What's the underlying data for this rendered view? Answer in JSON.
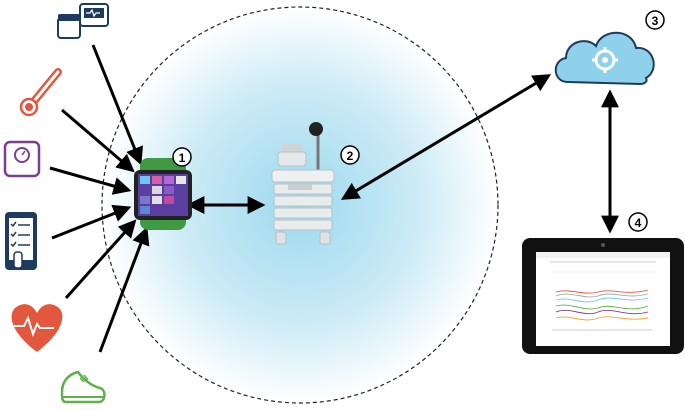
{
  "diagram": {
    "markers": [
      "1",
      "2",
      "3",
      "4"
    ],
    "icons": {
      "blood_pressure": "blood-pressure-monitor-icon",
      "thermometer": "thermometer-icon",
      "scale": "weighing-scale-icon",
      "questionnaire": "checklist-tablet-icon",
      "heart": "heartbeat-icon",
      "shoe": "running-shoe-icon",
      "watch": "smartwatch-icon",
      "station": "environmental-sensor-station-icon",
      "cloud": "cloud-gear-icon",
      "tablet": "tablet-dashboard-icon"
    },
    "colors": {
      "zone": "#c9ebf6",
      "cloud": "#8fd0ea",
      "accent_red": "#e2583e",
      "accent_purple": "#7b3f8c",
      "accent_green": "#5fb04a",
      "navy": "#1e3a5f",
      "watch_band": "#3f9a43"
    }
  }
}
